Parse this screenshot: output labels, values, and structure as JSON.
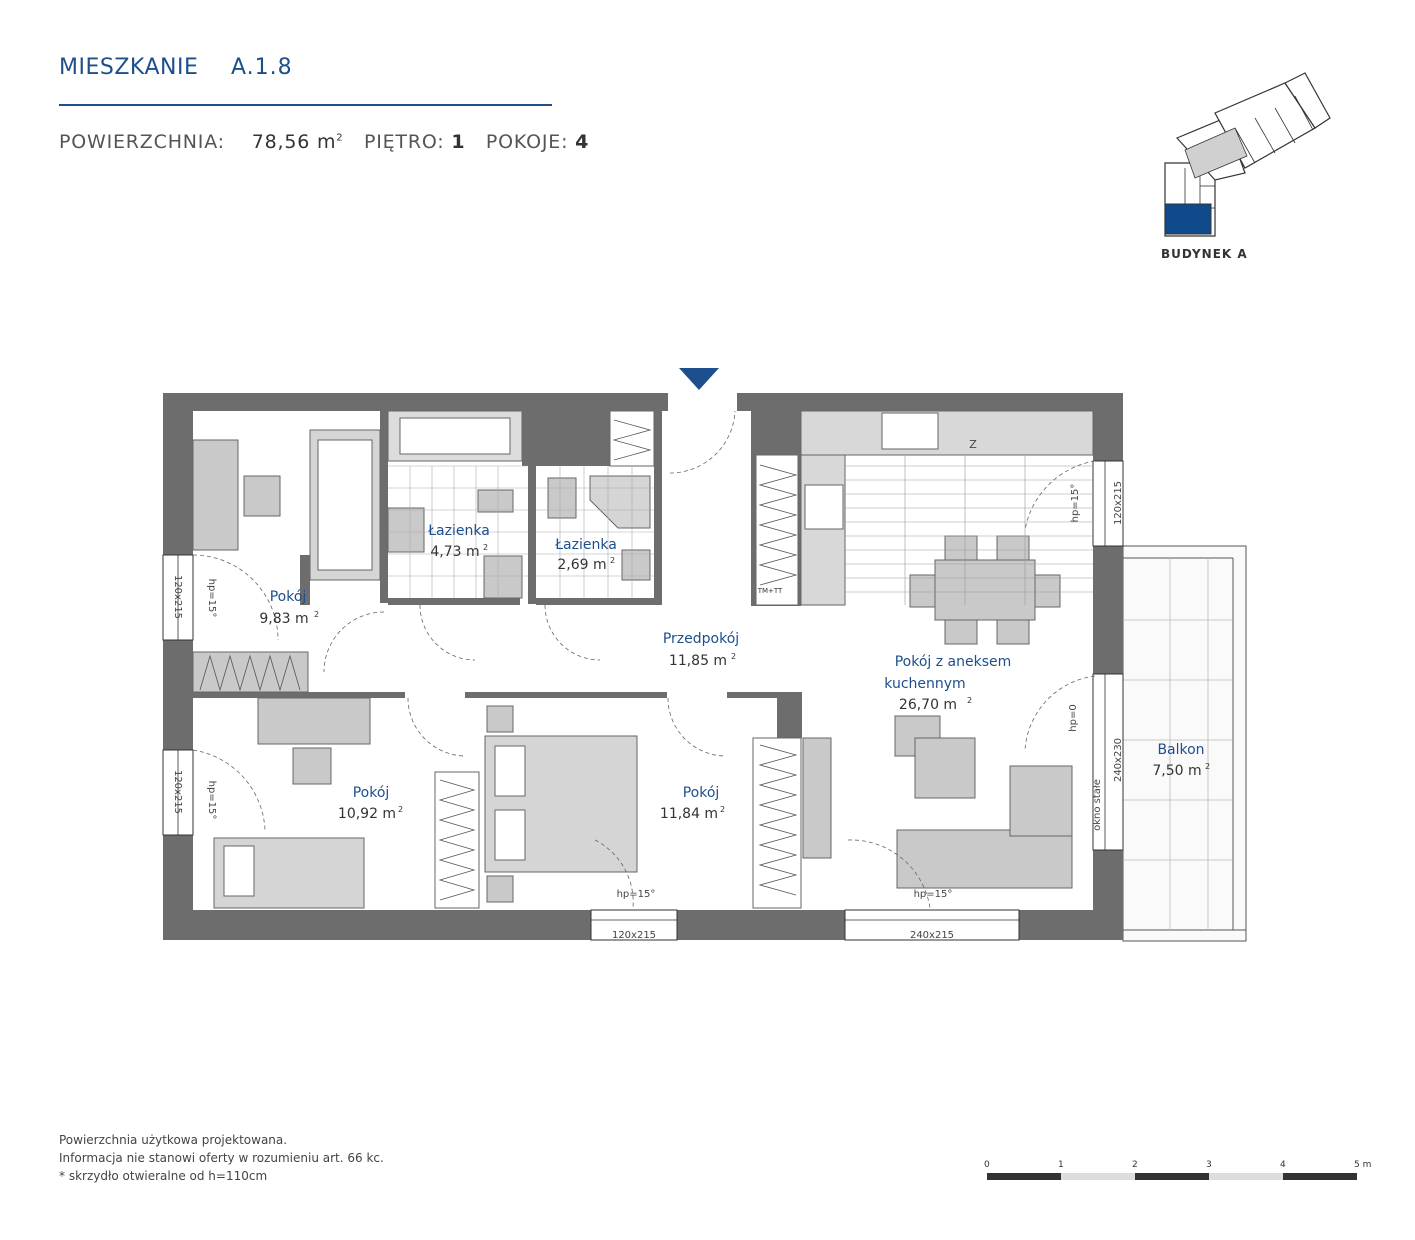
{
  "header": {
    "title_label": "MIESZKANIE",
    "apartment_code": "A.1.8"
  },
  "info": {
    "area_label": "POWIERZCHNIA:",
    "area_value": "78,56 m",
    "area_unit_sup": "2",
    "floor_label": "PIĘTRO:",
    "floor_value": "1",
    "rooms_label": "POKOJE:",
    "rooms_value": "4"
  },
  "building": {
    "label": "BUDYNEK A",
    "highlight_color": "#0f4a8a"
  },
  "colors": {
    "accent": "#1d4f8c",
    "wall": "#6d6d6d",
    "furniture": "#c9c9c9"
  },
  "rooms": [
    {
      "name": "Pokój",
      "area": "9,83 m",
      "sup": "2"
    },
    {
      "name": "Łazienka",
      "area": "4,73 m",
      "sup": "2"
    },
    {
      "name": "Łazienka",
      "area": "2,69 m",
      "sup": "2"
    },
    {
      "name": "Przedpokój",
      "area": "11,85 m",
      "sup": "2"
    },
    {
      "name": "Pokój z aneksem",
      "name2": "kuchennym",
      "area": "26,70 m",
      "sup": "2"
    },
    {
      "name": "Pokój",
      "area": "10,92 m",
      "sup": "2"
    },
    {
      "name": "Pokój",
      "area": "11,84 m",
      "sup": "2"
    },
    {
      "name": "Balkon",
      "area": "7,50 m",
      "sup": "2"
    }
  ],
  "dimensions": {
    "w1": "120x215",
    "w2": "120x215",
    "w3": "120x215",
    "w4": "120x215",
    "w5": "240x215",
    "w6": "240x230",
    "fixed_window": "okno stałe",
    "hp15_a": "hp=15°",
    "hp15_b": "hp=15°",
    "hp15_c": "hp=15°",
    "hp15_d": "hp=15°",
    "hp15_e": "hp=15°",
    "hp0": "hp=0",
    "tmtt": "TM+TT",
    "z": "Z"
  },
  "notes": [
    "Powierzchnia użytkowa projektowana.",
    "Informacja nie stanowi oferty w rozumieniu art. 66 kc.",
    "* skrzydło otwieralne od h=110cm"
  ],
  "scale": {
    "ticks": [
      "0",
      "1",
      "2",
      "3",
      "4",
      "5 m"
    ]
  }
}
